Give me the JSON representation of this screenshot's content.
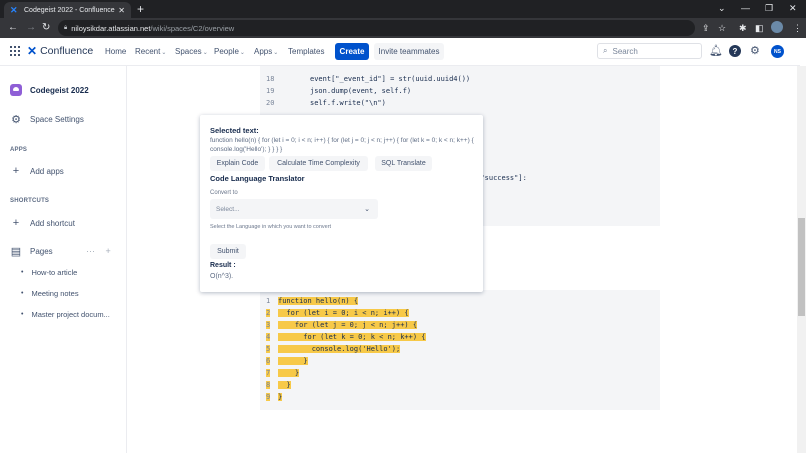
{
  "browser": {
    "tab_title": "Codegeist 2022 - Confluence",
    "url_host": "niloysikdar.atlassian.net",
    "url_path": "/wiki/spaces/C2/overview"
  },
  "topnav": {
    "product": "Confluence",
    "items": [
      {
        "label": "Home",
        "dropdown": false
      },
      {
        "label": "Recent",
        "dropdown": true
      },
      {
        "label": "Spaces",
        "dropdown": true
      },
      {
        "label": "People",
        "dropdown": true
      },
      {
        "label": "Apps",
        "dropdown": true
      },
      {
        "label": "Templates",
        "dropdown": false
      }
    ],
    "create_label": "Create",
    "invite_label": "Invite teammates",
    "search_placeholder": "Search",
    "user_initials": "NS"
  },
  "sidebar": {
    "space_name": "Codegeist 2022",
    "space_settings": "Space Settings",
    "apps_header": "APPS",
    "add_apps": "Add apps",
    "shortcuts_header": "SHORTCUTS",
    "add_shortcut": "Add shortcut",
    "pages_label": "Pages",
    "pages": [
      "How-to article",
      "Meeting notes",
      "Master project docum..."
    ]
  },
  "code_top": {
    "lines": [
      {
        "n": "18",
        "text": "event[\"_event_id\"] = str(uuid.uuid4())"
      },
      {
        "n": "19",
        "text": "json.dump(event, self.f)"
      },
      {
        "n": "20",
        "text": "self.f.write(\"\\n\")"
      }
    ],
    "fragment_1": ":[\"success\"]:"
  },
  "code_bottom": {
    "lines": [
      {
        "n": "1",
        "text": "function hello(n) {"
      },
      {
        "n": "2",
        "text": "  for (let i = 0; i < n; i++) {"
      },
      {
        "n": "3",
        "text": "    for (let j = 0; j < n; j++) {"
      },
      {
        "n": "4",
        "text": "      for (let k = 0; k < n; k++) {"
      },
      {
        "n": "5",
        "text": "        console.log('Hello');"
      },
      {
        "n": "6",
        "text": "      }"
      },
      {
        "n": "7",
        "text": "    }"
      },
      {
        "n": "8",
        "text": "  }"
      },
      {
        "n": "9",
        "text": "}"
      }
    ]
  },
  "popup": {
    "selected_label": "Selected text:",
    "selected_text": "function hello(n) { for (let i = 0; i < n; i++) { for (let j = 0; j < n; j++) { for (let k = 0; k < n; k++) { console.log('Hello'); } } } }",
    "buttons": [
      "Explain Code",
      "Calculate Time Complexity",
      "SQL Translate"
    ],
    "translator_title": "Code Language Translator",
    "convert_label": "Convert to",
    "select_placeholder": "Select...",
    "helper_text": "Select the Language in which you want to convert",
    "submit_label": "Submit",
    "result_label": "Result :",
    "result_value": "O(n^3)."
  },
  "colors": {
    "brand": "#0052cc",
    "highlight": "#f7c948"
  }
}
